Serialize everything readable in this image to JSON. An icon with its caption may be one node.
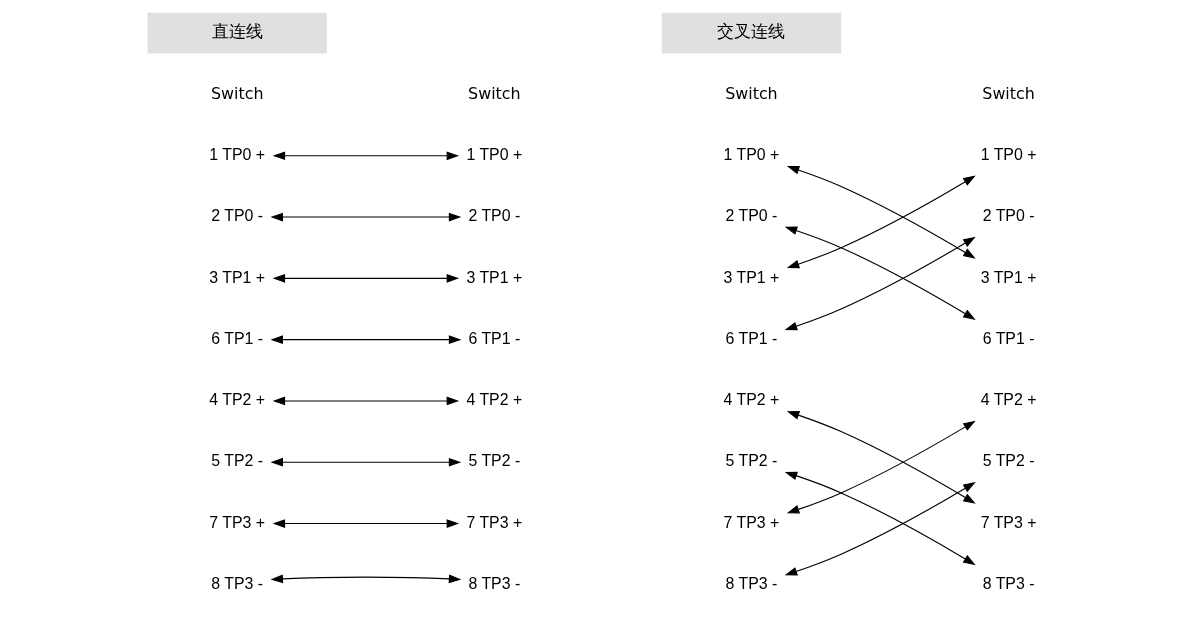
{
  "diagram": {
    "nodes": [
      {
        "text": [
          "1 TP0 +"
        ]
      },
      {
        "text": [
          "1 TP0 +"
        ]
      },
      {
        "text": [
          "1 TP0 +"
        ]
      },
      {
        "text": [
          "1 TP0 +"
        ]
      },
      {
        "text": [
          "2 TP0 -"
        ]
      },
      {
        "text": [
          "2 TP0 -"
        ]
      },
      {
        "text": [
          "2 TP0 -"
        ]
      },
      {
        "text": [
          "2 TP0 -"
        ]
      },
      {
        "text": [
          "3 TP1 +"
        ]
      },
      {
        "text": [
          "3 TP1 +"
        ]
      },
      {
        "text": [
          "3 TP1 +"
        ]
      },
      {
        "text": [
          "3 TP1 +"
        ]
      },
      {
        "text": [
          "6 TP1 -"
        ]
      },
      {
        "text": [
          "6 TP1 -"
        ]
      },
      {
        "text": [
          "6 TP1 -"
        ]
      },
      {
        "text": [
          "6 TP1 -"
        ]
      },
      {
        "text": [
          "4 TP2 +"
        ]
      },
      {
        "text": [
          "4 TP2 +"
        ]
      },
      {
        "text": [
          "4 TP2 +"
        ]
      },
      {
        "text": [
          "4 TP2 +"
        ]
      },
      {
        "text": [
          "5 TP2 -"
        ]
      },
      {
        "text": [
          "5 TP2 -"
        ]
      },
      {
        "text": [
          "5 TP2 -"
        ]
      },
      {
        "text": [
          "5 TP2 -"
        ]
      },
      {
        "text": [
          "7 TP3 +"
        ]
      },
      {
        "text": [
          "7 TP3 +"
        ]
      },
      {
        "text": [
          "7 TP3 +"
        ]
      },
      {
        "text": [
          "7 TP3 +"
        ]
      },
      {
        "text": [
          "8 TP3 -"
        ]
      },
      {
        "text": [
          "8 TP3 -"
        ]
      },
      {
        "text": [
          "8 TP3 -"
        ]
      },
      {
        "text": [
          "8 TP3 -"
        ]
      }
    ],
    "edges": [
      {
        "from": 0,
        "to": 1,
        "arrow": "both"
      },
      {
        "from": 4,
        "to": 5,
        "arrow": "both"
      },
      {
        "from": 8,
        "to": 9,
        "arrow": "both"
      },
      {
        "from": 12,
        "to": 13,
        "arrow": "both"
      },
      {
        "from": 16,
        "to": 17,
        "arrow": "both"
      },
      {
        "from": 20,
        "to": 21,
        "arrow": "both"
      },
      {
        "from": 24,
        "to": 25,
        "arrow": "both"
      },
      {
        "from": 28,
        "to": 29,
        "arrow": "both"
      },
      {
        "from": 2,
        "to": 11,
        "arrow": "both"
      },
      {
        "from": 6,
        "to": 15,
        "arrow": "both"
      },
      {
        "from": 10,
        "to": 3,
        "arrow": "both"
      },
      {
        "from": 14,
        "to": 7,
        "arrow": "both"
      },
      {
        "from": 18,
        "to": 27,
        "arrow": "both"
      },
      {
        "from": 22,
        "to": 31,
        "arrow": "both"
      },
      {
        "from": 26,
        "to": 19,
        "arrow": "both"
      },
      {
        "from": 30,
        "to": 23,
        "arrow": "both"
      }
    ],
    "labels": [
      "直连线",
      "交叉连线",
      "Switch",
      "Switch",
      "Switch",
      "Switch"
    ]
  }
}
